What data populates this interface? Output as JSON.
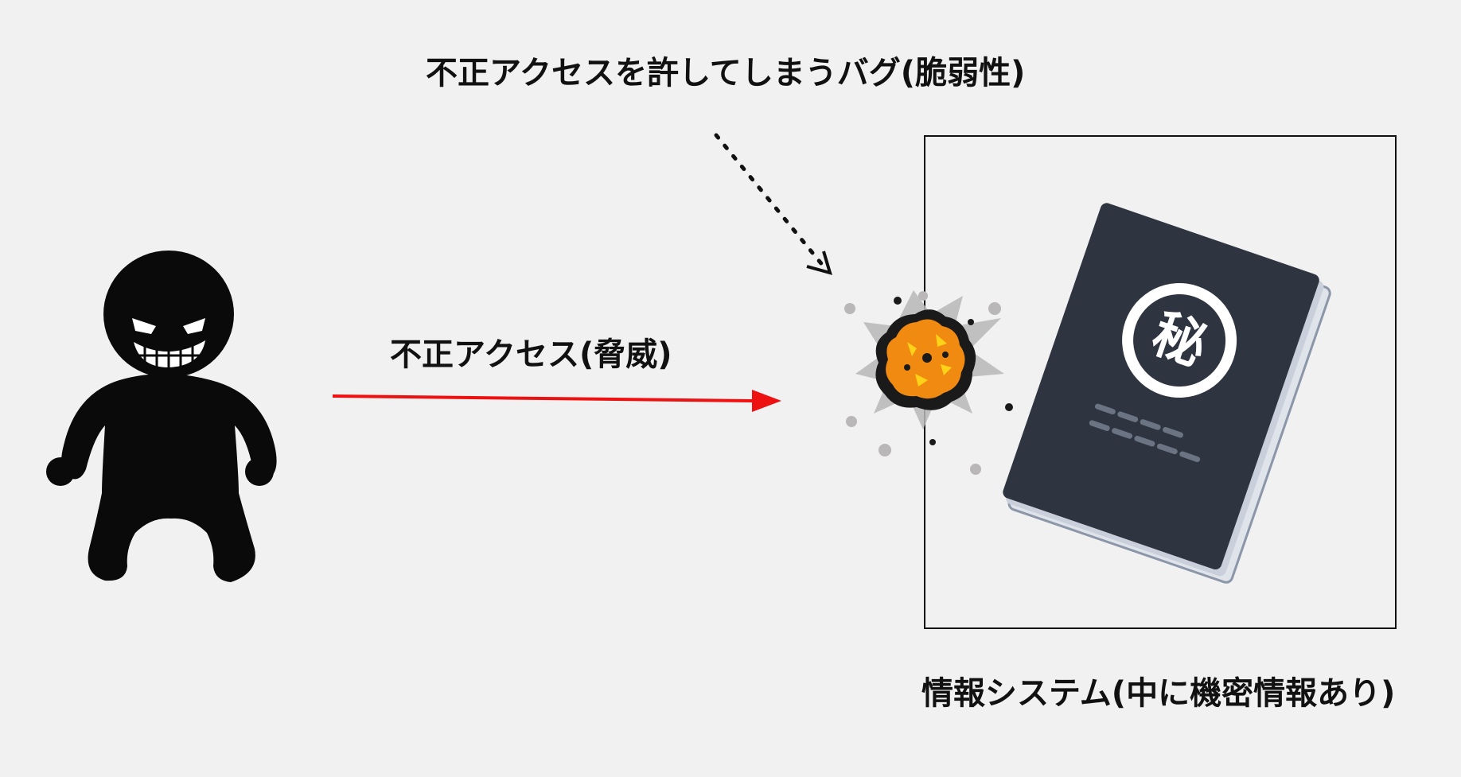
{
  "labels": {
    "vulnerability": "不正アクセスを許してしまうバグ(脆弱性)",
    "threat": "不正アクセス(脅威)",
    "system": "情報システム(中に機密情報あり)"
  },
  "document_stamp": "秘",
  "colors": {
    "background": "#f1f1f1",
    "threat_arrow": "#ee1111",
    "vulnerability_arrow": "#111111",
    "attacker": "#0a0a0a",
    "document_cover": "#2f3540",
    "explosion_core": "#f08a10"
  },
  "icons": {
    "attacker": "hacker-silhouette-icon",
    "document": "secret-document-icon",
    "breach": "explosion-icon"
  }
}
